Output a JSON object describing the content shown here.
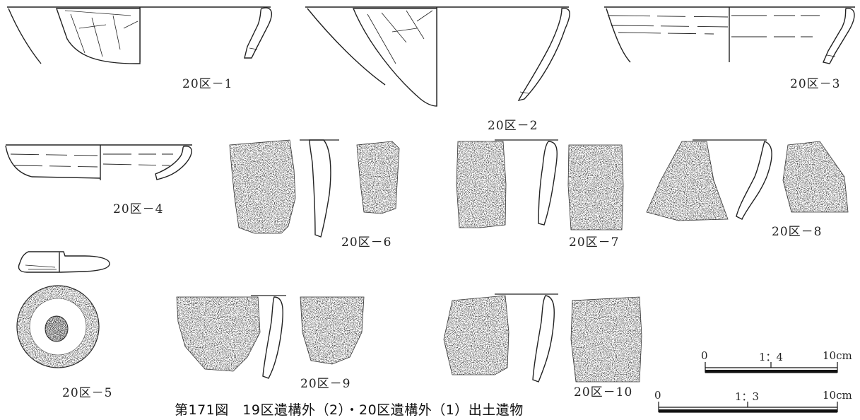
{
  "figure": {
    "caption": "第171図　19区遺構外（2）・20区遺構外（1）出土遺物"
  },
  "artifacts": [
    {
      "id": "20区－1"
    },
    {
      "id": "20区－2"
    },
    {
      "id": "20区－3"
    },
    {
      "id": "20区－4"
    },
    {
      "id": "20区－5"
    },
    {
      "id": "20区－6"
    },
    {
      "id": "20区－7"
    },
    {
      "id": "20区－8"
    },
    {
      "id": "20区－9"
    },
    {
      "id": "20区－10"
    }
  ],
  "scales": [
    {
      "ratio": "1：4",
      "start": "0",
      "end": "10cm"
    },
    {
      "ratio": "1：3",
      "start": "0",
      "end": "10cm"
    }
  ]
}
